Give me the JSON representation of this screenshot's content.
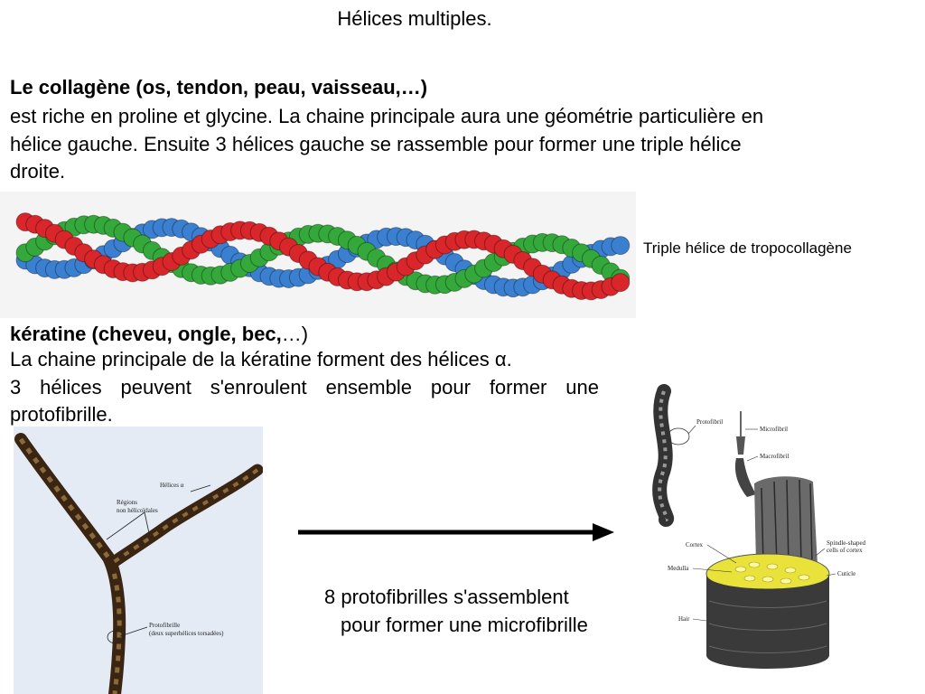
{
  "slide": {
    "title": "Hélices multiples.",
    "collagen": {
      "heading": "Le collagène (os, tendon, peau, vaisseau,…)",
      "text_lines": [
        "est riche en proline et glycine. La chaine principale aura une géométrie particulière en",
        "hélice gauche. Ensuite 3 hélices gauche se rassemble pour former une triple hélice",
        "droite."
      ],
      "image_caption": "Triple hélice de tropocollagène"
    },
    "keratin": {
      "heading_bold": "kératine (cheveu, ongle, bec,",
      "heading_rest": "…)",
      "text_lines": [
        "La chaine principale de la kératine forment des hélices α.",
        "3 hélices peuvent s'enroulent ensemble pour former une",
        "protofibrille."
      ],
      "figure_labels": {
        "helices": "Hélices α",
        "regions_1": "Régions",
        "regions_2": "non hélicoïdales",
        "protofibrille_1": "Protofibrille",
        "protofibrille_2": "(deux superhélices torsadées)"
      }
    },
    "assembly": {
      "caption_line1": "8 protofibrilles s'assemblent",
      "caption_line2": "pour former une microfibrille"
    },
    "hair_figure_labels": {
      "protofibril": "Protofibril",
      "microfibril": "Microfibril",
      "macrofibril": "Macrofibril",
      "cortex": "Cortex",
      "medulla": "Medulla",
      "hair": "Hair",
      "spindle_1": "Spindle-shaped",
      "spindle_2": "cells of cortex",
      "cuticle": "Cuticle"
    }
  },
  "colors": {
    "chain_red": "#d8262a",
    "chain_green": "#34a83a",
    "chain_blue": "#3a7fd0",
    "keratin_bg": "#e4ebf4",
    "fibril_yellow": "#e8e23a"
  }
}
